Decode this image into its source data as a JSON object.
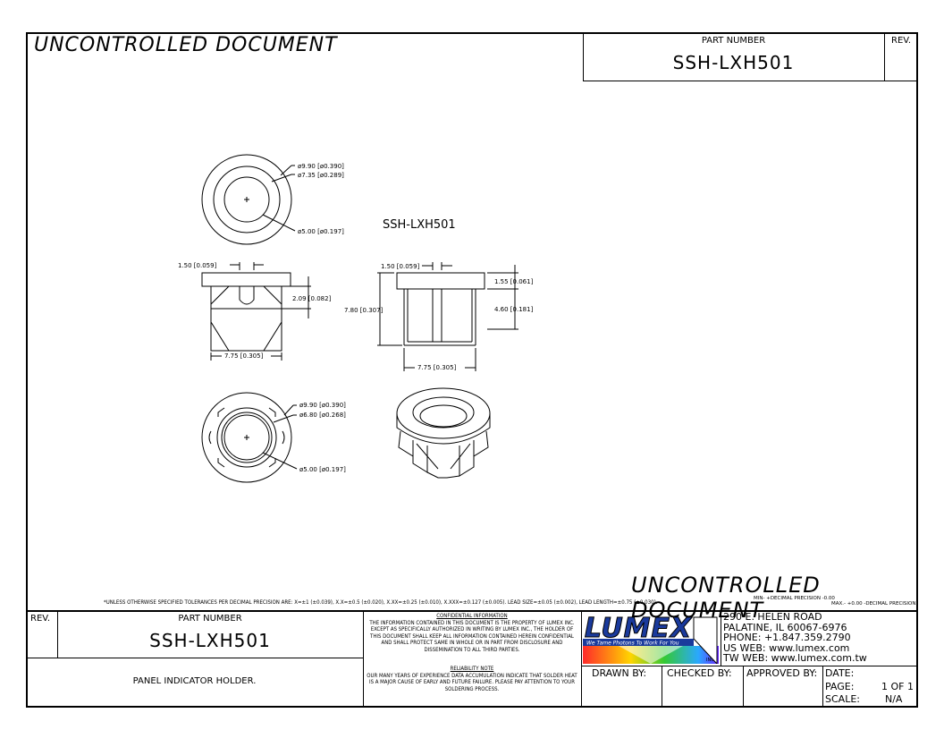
{
  "watermark": "UNCONTROLLED DOCUMENT",
  "top_block": {
    "part_number_label": "PART NUMBER",
    "part_number": "SSH-LXH501",
    "rev_label": "REV."
  },
  "drawing": {
    "part_label": "SSH-LXH501",
    "top_view": {
      "d1": "ø9.90 [ø0.390]",
      "d2": "ø7.35 [ø0.289]",
      "d3": "ø5.00 [ø0.197]"
    },
    "front_view": {
      "w_top": "1.50 [0.059]",
      "h_mid": "2.09 [0.082]",
      "w_bottom": "7.75 [0.305]"
    },
    "section_view": {
      "w_top": "1.50 [0.059]",
      "h_total": "7.80 [0.307]",
      "h_top": "1.55 [0.061]",
      "h_mid": "4.60 [0.181]",
      "w_bottom": "7.75 [0.305]"
    },
    "bottom_view": {
      "d1": "ø9.90 [ø0.390]",
      "d2": "ø6.80 [ø0.268]",
      "d3": "ø5.00 [ø0.197]"
    }
  },
  "tolerance_note": "*UNLESS OTHERWISE SPECIFIED TOLERANCES PER DECIMAL PRECISION ARE: X=±1 (±0.039), X.X=±0.5 (±0.020), X.XX=±0.25 (±0.010), X.XXX=±0.127 (±0.005).  LEAD SIZE=±0.05 (±0.002), LEAD LENGTH=±0.75 (±0.030).",
  "tolerance_min": "MIN- +DECIMAL PRECISION -0.00",
  "tolerance_max": "MAX.- +0.00 -DECIMAL PRECISION",
  "title_block": {
    "rev_label": "REV.",
    "part_number_label": "PART NUMBER",
    "part_number": "SSH-LXH501",
    "description": "PANEL INDICATOR HOLDER.",
    "confidential_title": "CONFIDENTIAL INFORMATION",
    "confidential_text": "THE INFORMATION CONTAINED IN THIS DOCUMENT IS THE PROPERTY OF LUMEX INC. EXCEPT AS SPECIFICALLY AUTHORIZED IN WRITING BY LUMEX INC., THE HOLDER OF THIS DOCUMENT SHALL KEEP ALL INFORMATION CONTAINED HEREIN CONFIDENTIAL AND SHALL PROTECT SAME IN WHOLE OR IN PART FROM DISCLOSURE AND DISSEMINATION TO ALL THIRD PARTIES.",
    "reliability_title": "RELIABILITY NOTE",
    "reliability_text": "OUR MANY YEARS OF EXPERIENCE DATA ACCUMULATION INDICATE THAT SOLDER HEAT IS A MAJOR CAUSE OF EARLY AND FUTURE FAILURE. PLEASE PAY ATTENTION TO YOUR SOLDERING PROCESS.",
    "logo_text": "LUMEX",
    "logo_tagline": "We Tame Photons To Work For You",
    "logo_inc": "INC.",
    "address_1": "290 E. HELEN ROAD",
    "address_2": "PALATINE, IL 60067-6976",
    "phone": "PHONE: +1.847.359.2790",
    "us_web": "US WEB: www.lumex.com",
    "tw_web": "TW WEB: www.lumex.com.tw",
    "drawn_by": "DRAWN BY:",
    "checked_by": "CHECKED BY:",
    "approved_by": "APPROVED BY:",
    "date_label": "DATE:",
    "page_label": "PAGE:",
    "page_value": "1 OF 1",
    "scale_label": "SCALE:",
    "scale_value": "N/A"
  }
}
